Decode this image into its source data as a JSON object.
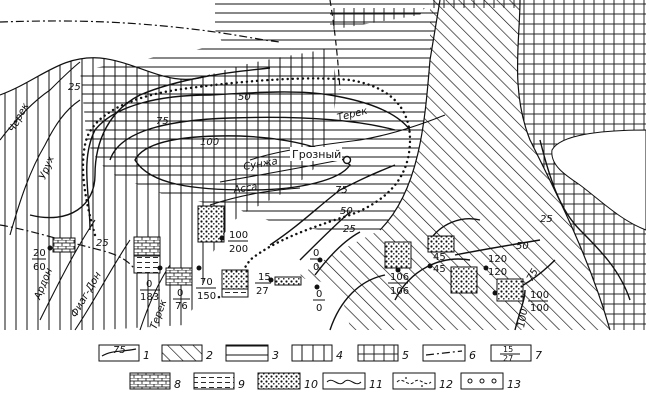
{
  "rivers": {
    "cherek": "Черек",
    "urukh": "Урух",
    "terek_east": "Терек",
    "terek_south": "Терек",
    "ardon": "Ардон",
    "fiagdon": "Фиаг-Дон",
    "sunzha": "Сунжа",
    "assa": "Асса"
  },
  "city": "Грозный",
  "isolines": {
    "v25_w": "25",
    "v50": "50",
    "v75": "75",
    "v100": "100",
    "v75_c": "75",
    "v50_c": "50",
    "v25_c": "25",
    "v25_sw": "25",
    "v25_e": "25",
    "v50_e": "50",
    "v75_e": "75",
    "v100_e": "100"
  },
  "wells": [
    {
      "top": "20",
      "bottom": "60"
    },
    {
      "top": "0",
      "bottom": "183"
    },
    {
      "top": "0",
      "bottom": "76"
    },
    {
      "top": "70",
      "bottom": "150"
    },
    {
      "top": "15",
      "bottom": "27"
    },
    {
      "top": "100",
      "bottom": "200"
    },
    {
      "top": "0",
      "bottom": "0"
    },
    {
      "top": "0",
      "bottom": "0"
    },
    {
      "top": "106",
      "bottom": "106"
    },
    {
      "top": "45",
      "bottom": "45"
    },
    {
      "top": "120",
      "bottom": "120"
    },
    {
      "top": "100",
      "bottom": "100"
    }
  ],
  "legend": [
    {
      "n": "1",
      "sample": "75"
    },
    {
      "n": "2"
    },
    {
      "n": "3"
    },
    {
      "n": "4"
    },
    {
      "n": "5"
    },
    {
      "n": "6"
    },
    {
      "n": "7",
      "top": "15",
      "bottom": "27"
    },
    {
      "n": "8"
    },
    {
      "n": "9"
    },
    {
      "n": "10"
    },
    {
      "n": "11"
    },
    {
      "n": "12"
    },
    {
      "n": "13"
    }
  ]
}
